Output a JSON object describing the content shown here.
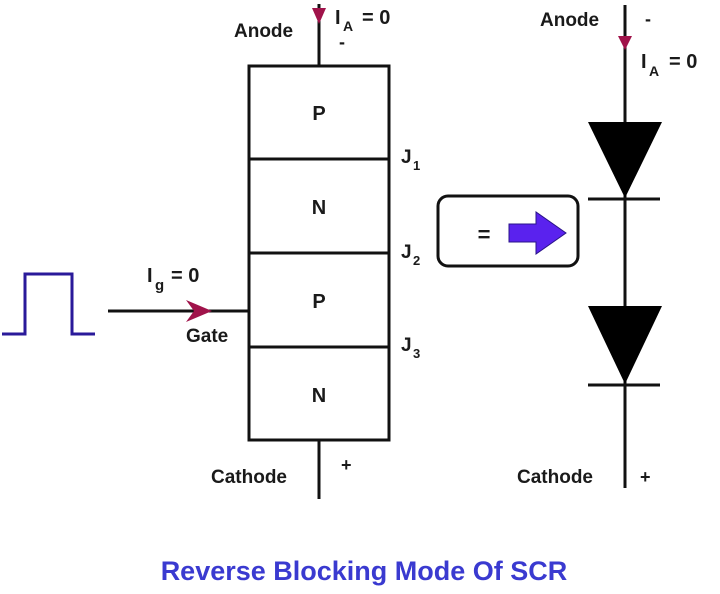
{
  "title": "Reverse Blocking Mode Of SCR",
  "colors": {
    "line": "#111111",
    "current_arrow": "#a0134a",
    "pulse": "#2a1a9a",
    "equiv_arrow": "#5a22ee",
    "title": "#3a3ad0"
  },
  "scr": {
    "anode_label": "Anode",
    "anode_polarity": "-",
    "anode_current": {
      "symbol": "I",
      "subscript": "A",
      "value": "= 0"
    },
    "cathode_label": "Cathode",
    "cathode_polarity": "+",
    "gate_label": "Gate",
    "gate_current": {
      "symbol": "I",
      "subscript": "g",
      "value": "= 0"
    },
    "layers": [
      "P",
      "N",
      "P",
      "N"
    ],
    "junctions": [
      {
        "symbol": "J",
        "subscript": "1"
      },
      {
        "symbol": "J",
        "subscript": "2"
      },
      {
        "symbol": "J",
        "subscript": "3"
      }
    ]
  },
  "equivalence": {
    "symbol": "="
  },
  "diode_model": {
    "anode_label": "Anode",
    "anode_polarity": "-",
    "anode_current": {
      "symbol": "I",
      "subscript": "A",
      "value": "= 0"
    },
    "cathode_label": "Cathode",
    "cathode_polarity": "+",
    "diode_count": 2
  }
}
